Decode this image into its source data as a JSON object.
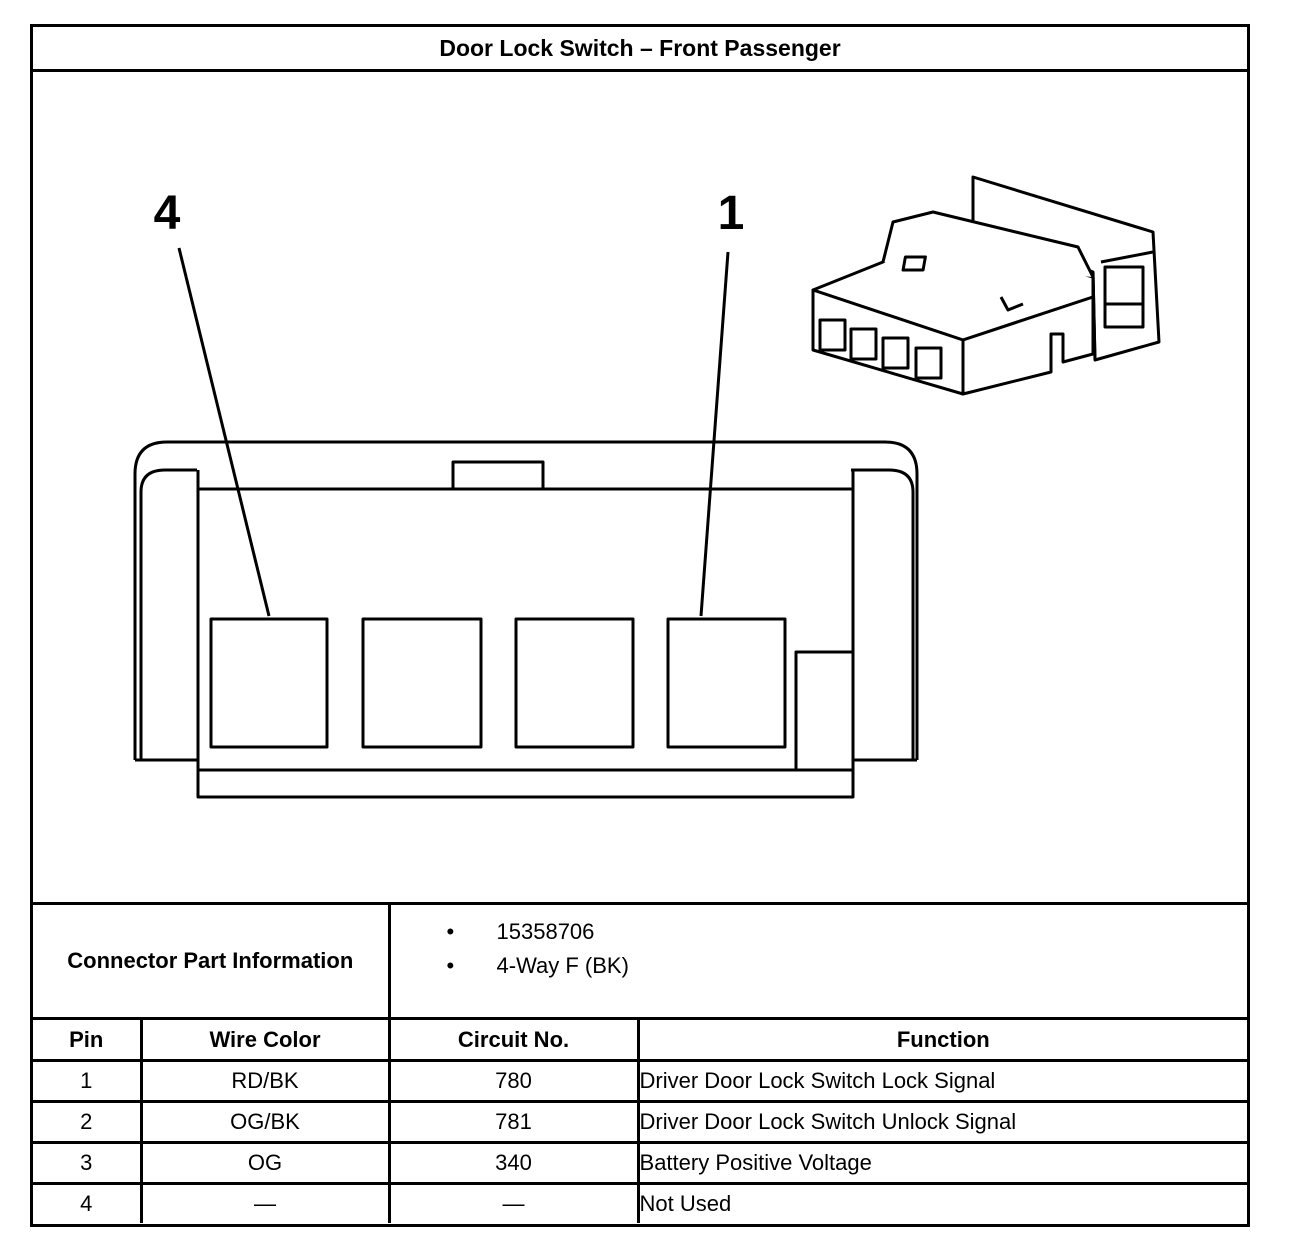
{
  "title": "Door Lock Switch – Front Passenger",
  "diagram": {
    "pin_callouts": [
      {
        "label": "4"
      },
      {
        "label": "1"
      }
    ],
    "cavity_count": 4,
    "line_color": "#000000",
    "background": "#ffffff"
  },
  "part_info": {
    "label": "Connector Part Information",
    "items": [
      {
        "bullet": "•",
        "text": "15358706"
      },
      {
        "bullet": "•",
        "text": "4-Way F (BK)"
      }
    ]
  },
  "table": {
    "headers": {
      "pin": "Pin",
      "wire_color": "Wire Color",
      "circuit": "Circuit No.",
      "function": "Function"
    },
    "rows": [
      {
        "pin": "1",
        "wire_color": "RD/BK",
        "circuit": "780",
        "function": "Driver Door Lock Switch Lock Signal"
      },
      {
        "pin": "2",
        "wire_color": "OG/BK",
        "circuit": "781",
        "function": "Driver Door Lock Switch Unlock Signal"
      },
      {
        "pin": "3",
        "wire_color": "OG",
        "circuit": "340",
        "function": "Battery Positive Voltage"
      },
      {
        "pin": "4",
        "wire_color": "—",
        "circuit": "—",
        "function": "Not Used"
      }
    ]
  }
}
